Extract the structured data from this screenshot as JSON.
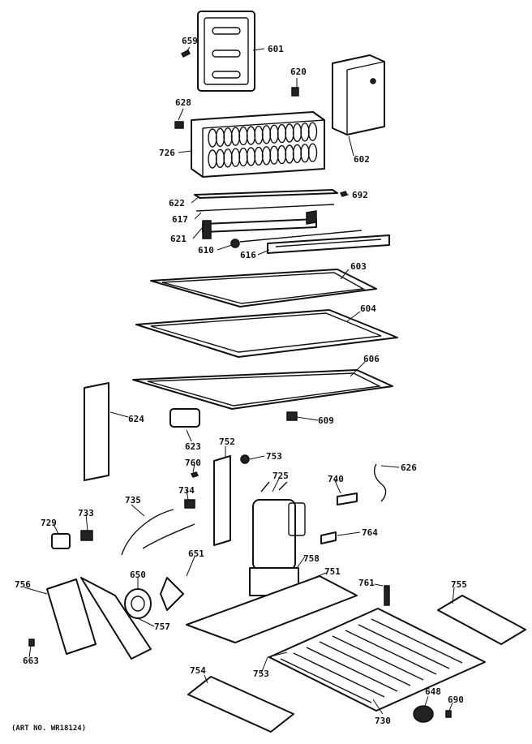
{
  "labels": {
    "p659": "659",
    "p601": "601",
    "p620": "620",
    "p628": "628",
    "p726": "726",
    "p602": "602",
    "p622": "622",
    "p692": "692",
    "p617": "617",
    "p621": "621",
    "p610": "610",
    "p616": "616",
    "p603": "603",
    "p604": "604",
    "p606": "606",
    "p624": "624",
    "p609": "609",
    "p623": "623",
    "p752": "752",
    "p753": "753",
    "p760": "760",
    "p725": "725",
    "p740": "740",
    "p626": "626",
    "p734": "734",
    "p735": "735",
    "p729": "729",
    "p733": "733",
    "p764": "764",
    "p651": "651",
    "p758": "758",
    "p650": "650",
    "p751": "751",
    "p761": "761",
    "p755": "755",
    "p756": "756",
    "p757": "757",
    "p663": "663",
    "p753b": "753",
    "p754": "754",
    "p648": "648",
    "p690": "690",
    "p730": "730"
  },
  "art_number": "(ART NO. WR18124)"
}
